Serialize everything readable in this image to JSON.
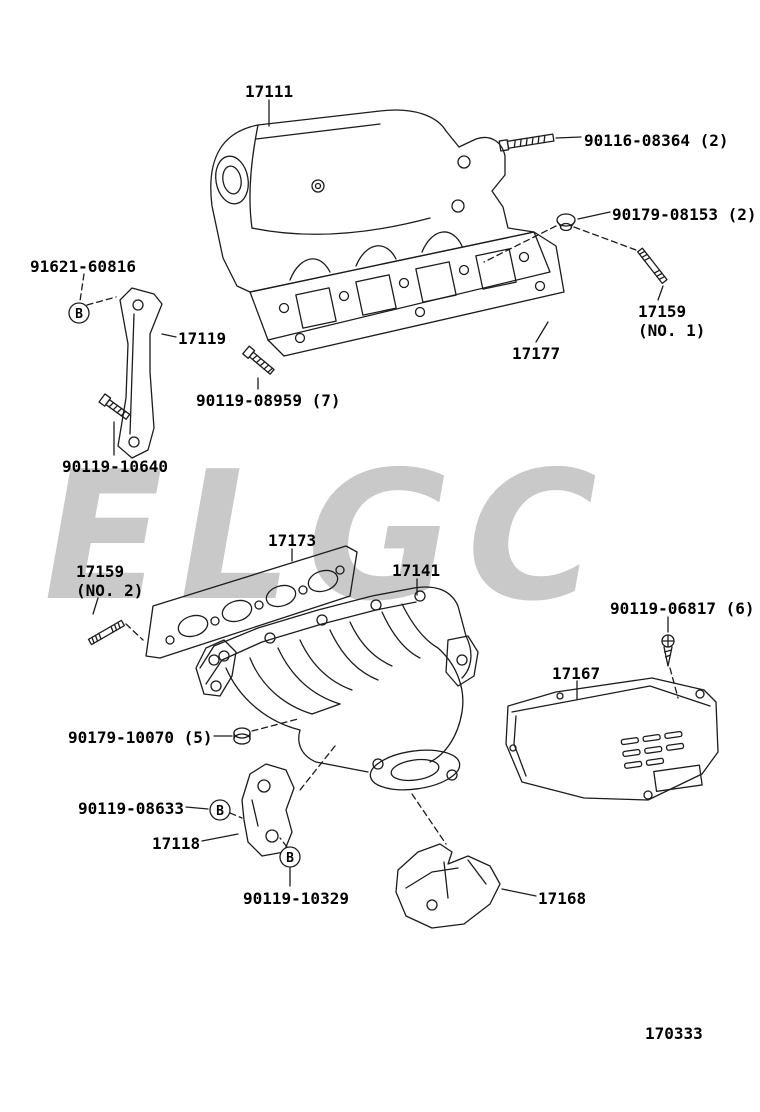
{
  "diagram": {
    "watermark_text": "ELGC",
    "figure_number": "170333",
    "marker_b": "B",
    "callouts": {
      "intake_manifold": "17111",
      "bolt_90116_08364": "90116-08364 (2)",
      "nut_90179_08153": "90179-08153 (2)",
      "stud_17159_no1": "17159\n(NO. 1)",
      "bolt_91621_60816": "91621-60816",
      "stay_17119": "17119",
      "bolt_90119_08959": "90119-08959 (7)",
      "gasket_17177": "17177",
      "bolt_90119_10640": "90119-10640",
      "gasket_17173": "17173",
      "stud_17159_no2": "17159\n(NO. 2)",
      "exhaust_manifold_17141": "17141",
      "bolt_90119_06817": "90119-06817 (6)",
      "insulator_17167": "17167",
      "nut_90179_10070": "90179-10070 (5)",
      "bolt_90119_08633": "90119-08633",
      "bracket_17118": "17118",
      "bolt_90119_10329": "90119-10329",
      "insulator_17168": "17168"
    }
  }
}
